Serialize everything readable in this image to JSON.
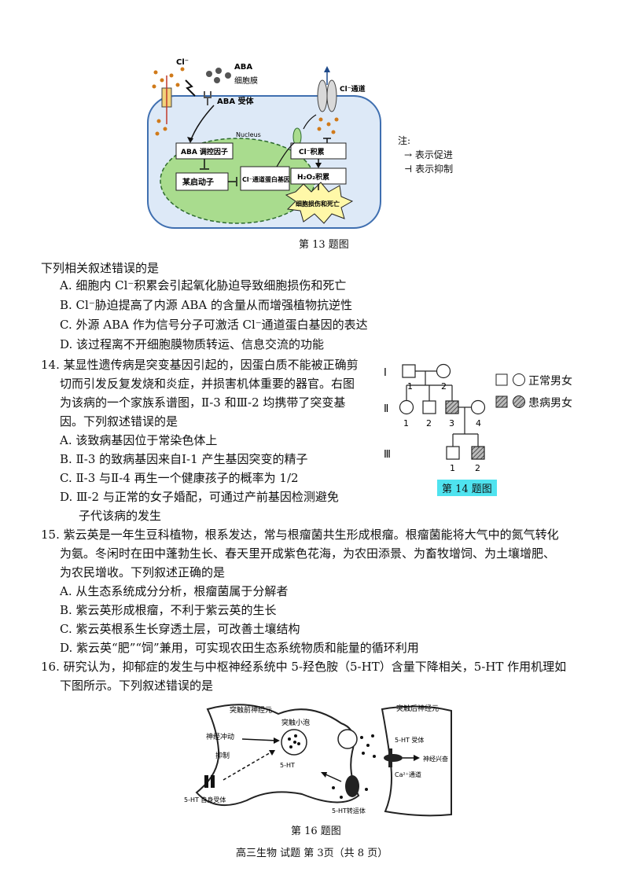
{
  "fig13": {
    "labels": {
      "cl_out": "Cl⁻",
      "aba": "ABA",
      "membrane": "细胞膜",
      "receptor": "ABA 受体",
      "nucleus": "Nucleus",
      "aba_factor": "ABA 调控因子",
      "promoter": "某启动子",
      "cl_gene": "Cl⁻通道蛋白基因",
      "cl_channel": "Cl⁻通道",
      "cl_accum": "Cl⁻积累",
      "h2o2_accum": "H₂O₂积累",
      "cell_damage": "细胞损伤和死亡"
    },
    "legend": {
      "title": "注:",
      "promote": "表示促进",
      "inhibit": "表示抑制"
    },
    "caption": "第 13 题图"
  },
  "q13": {
    "stem": "下列相关叙述错误的是",
    "options": [
      "A. 细胞内 Cl⁻积累会引起氧化胁迫导致细胞损伤和死亡",
      "B. Cl⁻胁迫提高了内源 ABA 的含量从而增强植物抗逆性",
      "C. 外源 ABA 作为信号分子可激活 Cl⁻通道蛋白基因的表达",
      "D. 该过程离不开细胞膜物质转运、信息交流的功能"
    ]
  },
  "q14": {
    "lines": [
      "14. 某显性遗传病是突变基因引起的，因蛋白质不能被正确剪",
      "切而引发反复发烧和炎症，并损害机体重要的器官。右图",
      "为该病的一个家族系谱图，Ⅱ-3 和Ⅲ-2 均携带了突变基",
      "因。下列叙述错误的是",
      "A. 该致病基因位于常染色体上",
      "B. Ⅱ-3 的致病基因来自Ⅰ-1 产生基因突变的精子",
      "C. Ⅱ-3 与Ⅱ-4 再生一个健康孩子的概率为 1/2",
      "D. Ⅲ-2 与正常的女子婚配，可通过产前基因检测避免",
      "子代该病的发生"
    ],
    "pedigree": {
      "gen_labels": [
        "Ⅰ",
        "Ⅱ",
        "Ⅲ"
      ],
      "gen1_numbers": [
        "1",
        "2"
      ],
      "gen2_numbers": [
        "1",
        "2",
        "3",
        "4"
      ],
      "gen3_numbers": [
        "1",
        "2"
      ],
      "legend_normal": "正常男女",
      "legend_affected": "患病男女",
      "caption": "第 14 题图"
    }
  },
  "q15": {
    "lines": [
      "15. 紫云英是一年生豆科植物，根系发达，常与根瘤菌共生形成根瘤。根瘤菌能将大气中的氮气转化",
      "为氨。冬闲时在田中蓬勃生长、春天里开成紫色花海，为农田添景、为畜牧增饲、为土壤增肥、",
      "为农民增收。下列叙述正确的是",
      "A. 从生态系统成分分析，根瘤菌属于分解者",
      "B. 紫云英形成根瘤，不利于紫云英的生长",
      "C. 紫云英根系生长穿透土层，可改善土壤结构",
      "D. 紫云英“肥”“饲”兼用，可实现农田生态系统物质和能量的循环利用"
    ]
  },
  "q16": {
    "lines": [
      "16. 研究认为，抑郁症的发生与中枢神经系统中 5-羟色胺（5-HT）含量下降相关，5-HT 作用机理如",
      "下图所示。下列叙述错误的是"
    ]
  },
  "fig16": {
    "labels": {
      "pre_neuron": "突触前神经元",
      "post_neuron": "突触后神经元",
      "vesicle": "突触小泡",
      "impulse": "神经冲动",
      "inhibit": "抑制",
      "ht_in": "5-HT",
      "autoreceptor": "5-HT 自身受体",
      "receptor": "5-HT 受体",
      "excite": "神经兴奋",
      "ca_channel": "Ca²⁺通道",
      "transporter": "5-HT转运体"
    },
    "caption": "第 16 题图"
  },
  "footer": "高三生物  试题  第 3页（共 8 页）"
}
